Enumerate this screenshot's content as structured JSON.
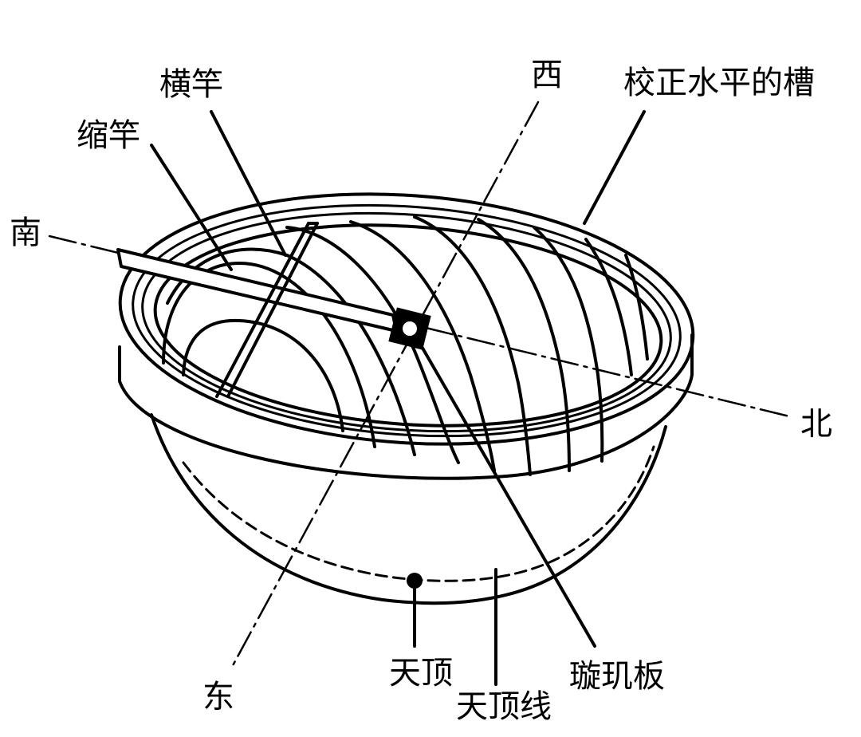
{
  "labels": {
    "crossbar": "横竿",
    "shrink_rod": "缩竿",
    "leveling_groove": "校正水平的槽",
    "west": "西",
    "south": "南",
    "north": "北",
    "east": "东",
    "zenith": "天顶",
    "zenith_line": "天顶线",
    "xuanji_plate": "璇玑板"
  },
  "colors": {
    "ink": "#000000",
    "paper": "#ffffff"
  }
}
